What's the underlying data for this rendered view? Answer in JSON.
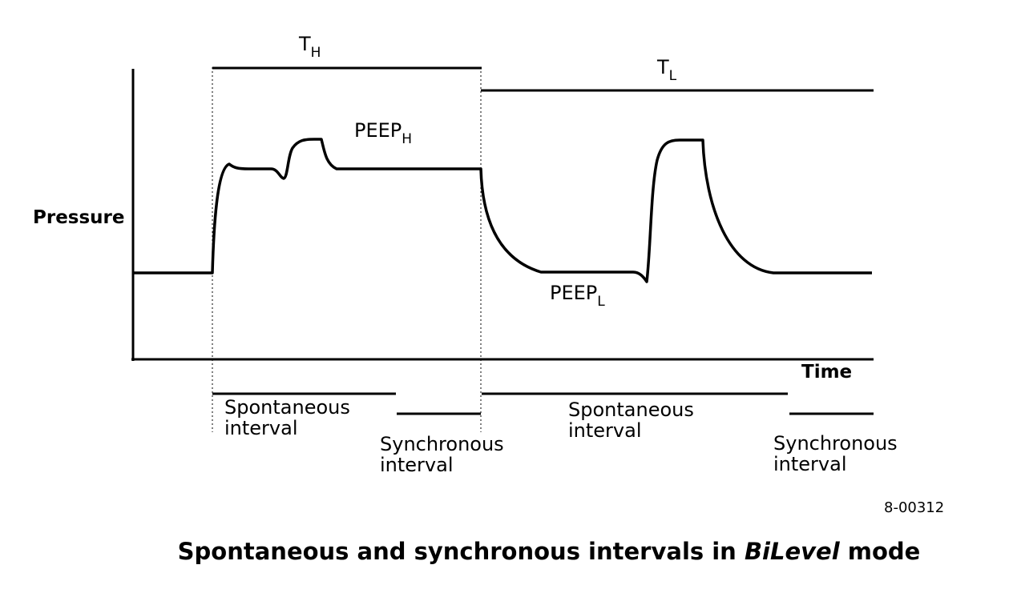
{
  "labels": {
    "pressure": "Pressure",
    "time": "Time",
    "t_high_main": "T",
    "t_high_sub": "H",
    "t_low_main": "T",
    "t_low_sub": "L",
    "peep_high_main": "PEEP",
    "peep_high_sub": "H",
    "peep_low_main": "PEEP",
    "peep_low_sub": "L",
    "figure_id": "8-00312"
  },
  "intervals": [
    {
      "line1": "Spontaneous",
      "line2": "interval"
    },
    {
      "line1": "Synchronous",
      "line2": "interval"
    },
    {
      "line1": "Spontaneous",
      "line2": "interval"
    },
    {
      "line1": "Synchronous",
      "line2": "interval"
    }
  ],
  "caption": {
    "before": "Spontaneous and synchronous intervals in ",
    "emphasis": "BiLevel",
    "after": " mode"
  }
}
